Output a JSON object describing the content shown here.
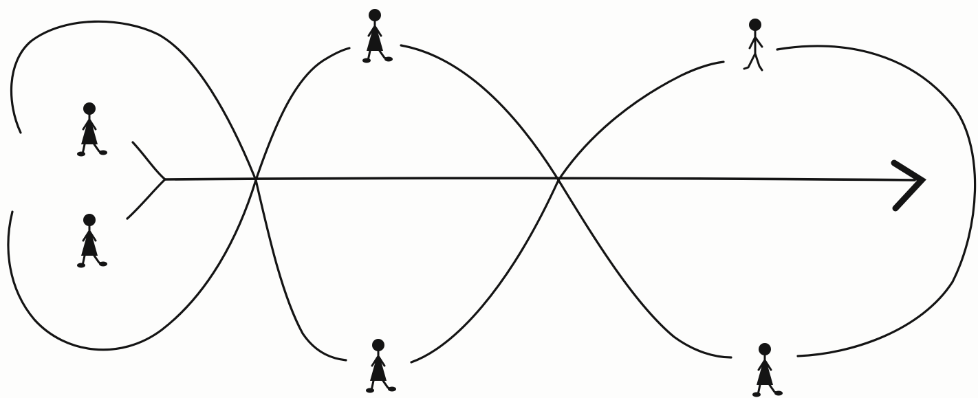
{
  "diagram": {
    "type": "path-of-paired-walkers",
    "colors": {
      "ink": "#141414",
      "paper": "#fdfdfc"
    },
    "crossings": 2,
    "figures": [
      {
        "id": "walker-left-top",
        "icon": "walking-person-icon",
        "style": "skirt"
      },
      {
        "id": "walker-left-bottom",
        "icon": "walking-person-icon",
        "style": "skirt"
      },
      {
        "id": "walker-middle-top",
        "icon": "walking-person-icon",
        "style": "skirt"
      },
      {
        "id": "walker-middle-bottom",
        "icon": "walking-person-icon",
        "style": "skirt"
      },
      {
        "id": "walker-right-top",
        "icon": "walking-person-icon",
        "style": "stick"
      },
      {
        "id": "walker-right-bottom",
        "icon": "walking-person-icon",
        "style": "skirt"
      }
    ],
    "arrow": {
      "icon": "arrow-right-icon",
      "direction": "right"
    }
  }
}
